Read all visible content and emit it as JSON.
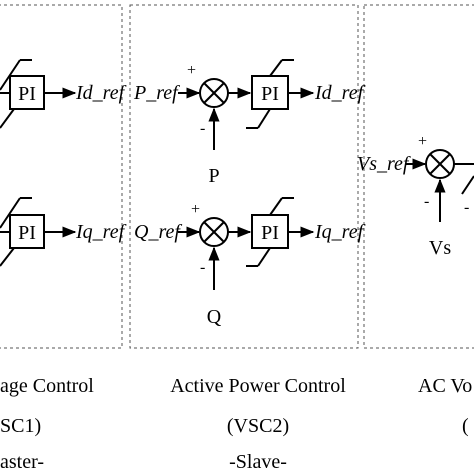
{
  "panels": [
    {
      "id": "dc-voltage",
      "caption_line1": "age Control",
      "caption_line2": "SC1)",
      "caption_line3": "aster-",
      "controllers": [
        {
          "pi": "PI",
          "output": "Id_ref"
        },
        {
          "pi": "PI",
          "output": "Iq_ref"
        }
      ]
    },
    {
      "id": "active-power",
      "caption_line1": "Active Power Control",
      "caption_line2": "(VSC2)",
      "caption_line3": "-Slave-",
      "controllers": [
        {
          "ref": "P_ref",
          "plus": "+",
          "minus": "-",
          "feedback": "P",
          "pi": "PI",
          "output": "Id_ref"
        },
        {
          "ref": "Q_ref",
          "plus": "+",
          "minus": "-",
          "feedback": "Q",
          "pi": "PI",
          "output": "Iq_ref"
        }
      ]
    },
    {
      "id": "ac-voltage",
      "caption_line1": "AC Vo",
      "caption_line2": "(",
      "controllers": [
        {
          "ref": "Vs_ref",
          "plus": "+",
          "minus": "-",
          "feedback": "Vs",
          "minus2": "-"
        }
      ]
    }
  ]
}
